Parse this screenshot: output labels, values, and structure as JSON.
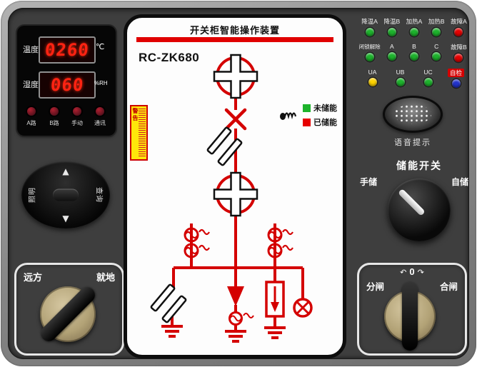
{
  "colors": {
    "panel_bg": "#3e3e3e",
    "frame_gray": "#919191",
    "diagram_red": "#d40000",
    "digit_red": "#ff2312",
    "warning_yellow": "#ffe60a",
    "led_green": "#1db32c",
    "led_red": "#e60000",
    "led_yellow": "#ffd400",
    "led_blue": "#2233cc"
  },
  "meter": {
    "temp_label": "温度",
    "temp_value": "0260",
    "temp_unit": "℃",
    "hum_label": "湿度",
    "hum_value": "060",
    "hum_unit": "%RH",
    "buttons": [
      {
        "label": "A路"
      },
      {
        "label": "B路"
      },
      {
        "label": "手动"
      },
      {
        "label": "通讯"
      }
    ]
  },
  "navpad": {
    "up_symbol": "▲",
    "down_symbol": "▼",
    "left_label": "照明",
    "right_label": "查询"
  },
  "remote_local_switch": {
    "left_label": "远方",
    "right_label": "就地"
  },
  "screen": {
    "title": "开关柜智能操作装置",
    "model": "RC-ZK680",
    "warning_text": "警告",
    "legend": [
      {
        "label": "未储能",
        "color": "#1db32c"
      },
      {
        "label": "已储能",
        "color": "#e60000"
      }
    ]
  },
  "indicators": {
    "rows": [
      {
        "cells": [
          {
            "label": "降温A",
            "color": "#1db32c"
          },
          {
            "label": "降温B",
            "color": "#1db32c"
          },
          {
            "label": "加热A",
            "color": "#1db32c"
          },
          {
            "label": "加热B",
            "color": "#1db32c"
          },
          {
            "label": "故障A",
            "color": "#e60000"
          }
        ]
      },
      {
        "cells": [
          {
            "label": "闭锁解除",
            "color": "#1db32c"
          },
          {
            "label": "A",
            "color": "#1db32c"
          },
          {
            "label": "B",
            "color": "#1db32c"
          },
          {
            "label": "C",
            "color": "#1db32c"
          },
          {
            "label": "故障B",
            "color": "#e60000"
          }
        ]
      },
      {
        "cells": [
          {
            "label": "UA",
            "color": "#ffd400"
          },
          {
            "label": "UB",
            "color": "#1db32c"
          },
          {
            "label": "UC",
            "color": "#1db32c"
          },
          {
            "label": "自检",
            "color": "#2233cc",
            "label_bg": "#d40000"
          }
        ]
      }
    ]
  },
  "speaker": {
    "label": "语音提示"
  },
  "charge_switch": {
    "title": "储能开关",
    "left_label": "手储",
    "right_label": "自储"
  },
  "open_close_switch": {
    "left_label": "分闸",
    "right_label": "合闸",
    "zero_label": "0",
    "left_arrow": "↶",
    "right_arrow": "↷"
  }
}
